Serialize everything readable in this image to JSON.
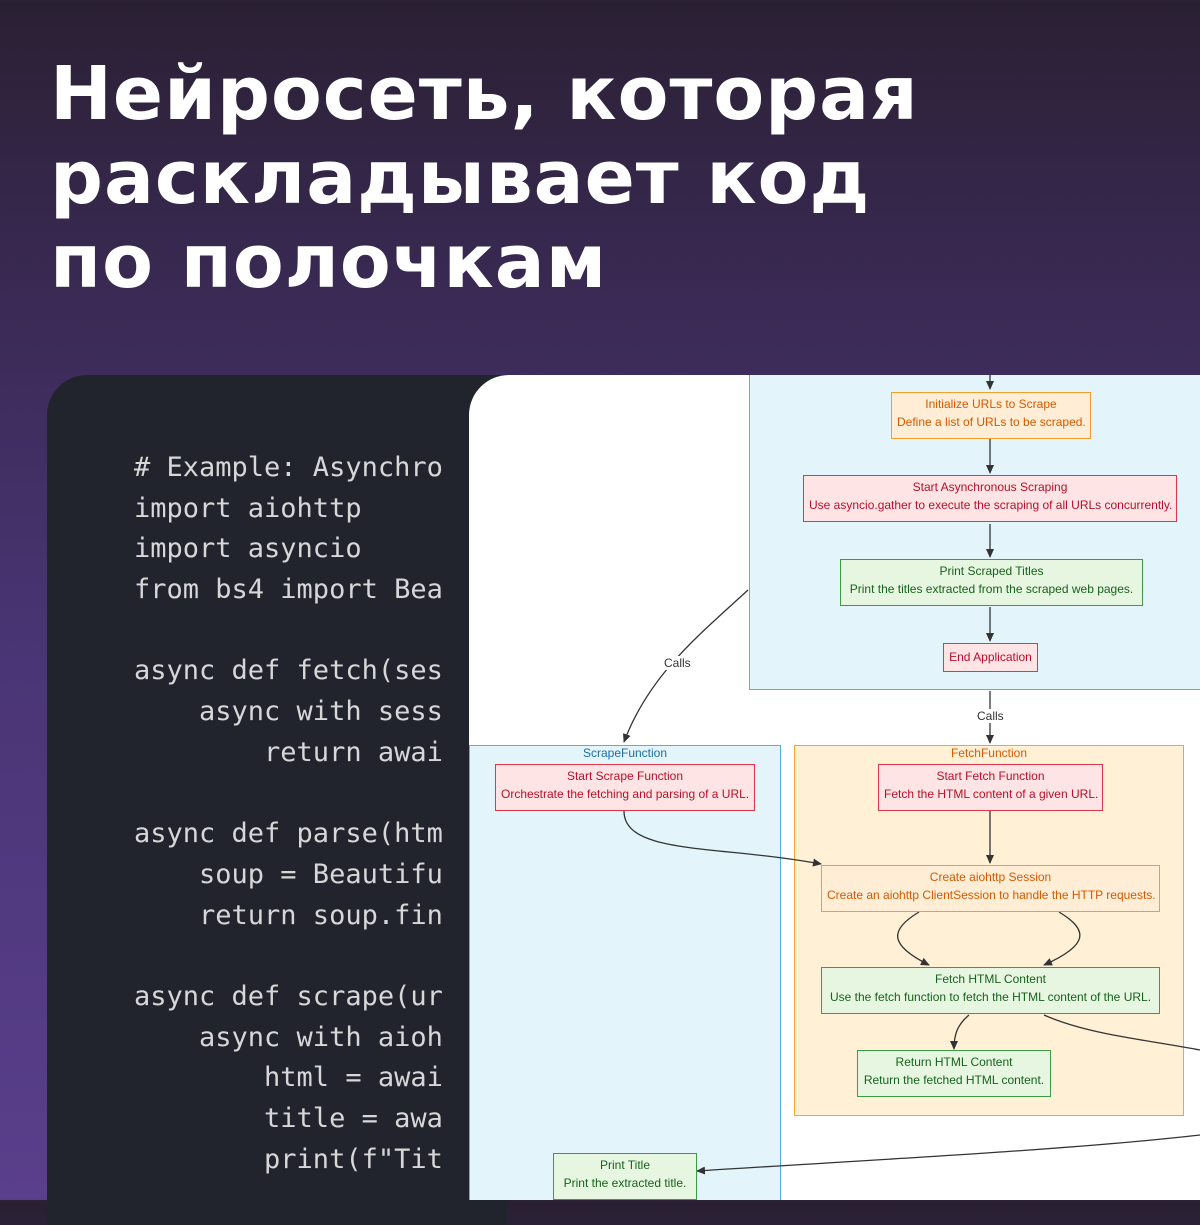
{
  "headline": {
    "line1": "Нейросеть, которая",
    "line2": "раскладывает код",
    "line3": "по полочкам"
  },
  "code_lines": [
    "# Example: Asynchro",
    "import aiohttp",
    "import asyncio",
    "from bs4 import Bea",
    "",
    "async def fetch(ses",
    "    async with sess",
    "        return awai",
    "",
    "async def parse(htm",
    "    soup = Beautifu",
    "    return soup.fin",
    "",
    "async def scrape(ur",
    "    async with aioh",
    "        html = awai",
    "        title = awa",
    "        print(f\"Tit"
  ],
  "diagram": {
    "subgraphs": {
      "scrape": "ScrapeFunction",
      "fetch": "FetchFunction"
    },
    "edge_labels": {
      "calls_left": "Calls",
      "calls_center": "Calls"
    },
    "nodes": {
      "init_urls": {
        "title": "Initialize URLs to Scrape",
        "desc": "Define a list of URLs to be scraped."
      },
      "start_async": {
        "title": "Start Asynchronous Scraping",
        "desc": "Use asyncio.gather to execute the scraping of all URLs concurrently."
      },
      "print_titles": {
        "title": "Print Scraped Titles",
        "desc": "Print the titles extracted from the scraped web pages."
      },
      "end_app": {
        "title": "End Application"
      },
      "start_scrape": {
        "title": "Start Scrape Function",
        "desc": "Orchestrate the fetching and parsing of a URL."
      },
      "start_fetch": {
        "title": "Start Fetch Function",
        "desc": "Fetch the HTML content of a given URL."
      },
      "create_session": {
        "title": "Create aiohttp Session",
        "desc": "Create an aiohttp ClientSession to handle the HTTP requests."
      },
      "fetch_html": {
        "title": "Fetch HTML Content",
        "desc": "Use the fetch function to fetch the HTML content of the URL."
      },
      "return_html": {
        "title": "Return HTML Content",
        "desc": "Return the fetched HTML content."
      },
      "print_title": {
        "title": "Print Title",
        "desc": "Print the extracted title."
      }
    },
    "colors": {
      "orange": "#f0a030",
      "red": "#e0364a",
      "green": "#3c9b45",
      "subgraph_blue": "#4fb2e1",
      "subgraph_orange": "#f7a528",
      "edge": "#333333"
    }
  }
}
